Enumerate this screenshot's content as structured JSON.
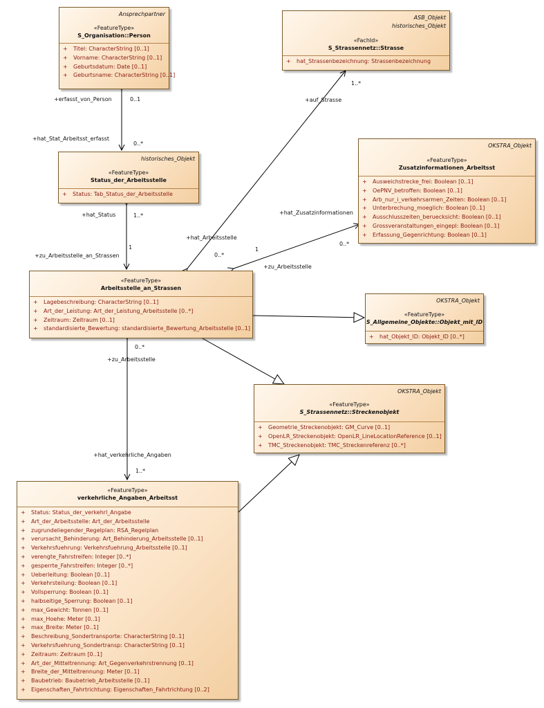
{
  "classes": {
    "person": {
      "tags": [
        "Ansprechpartner"
      ],
      "stereotype": "«FeatureType»",
      "name": "S_Organisation::Person",
      "attributes": [
        "Titel: CharacterString [0..1]",
        "Vorname: CharacterString [0..1]",
        "Geburtsdatum: Date [0..1]",
        "Geburtsname: CharacterString [0..1]"
      ]
    },
    "strasse": {
      "tags": [
        "ASB_Objekt",
        "historisches_Objekt"
      ],
      "stereotype": "«FachId»",
      "name": "S_Strassennetz::Strasse",
      "attributes": [
        "hat_Strassenbezeichnung: Strassenbezeichnung"
      ]
    },
    "zusatz": {
      "tags": [
        "OKSTRA_Objekt"
      ],
      "stereotype": "«FeatureType»",
      "name": "Zusatzinformationen_Arbeitsst",
      "attributes": [
        "Ausweichstrecke_frei: Boolean [0..1]",
        "OePNV_betroffen: Boolean [0..1]",
        "Arb_nur_i_verkehrsarmen_Zeiten: Boolean [0..1]",
        "Unterbrechung_moeglich: Boolean [0..1]",
        "Ausschlusszeiten_beruecksicht: Boolean [0..1]",
        "Grossveranstaltungen_eingepl: Boolean [0..1]",
        "Erfassung_Gegenrichtung: Boolean [0..1]"
      ]
    },
    "status": {
      "tags": [
        "historisches_Objekt"
      ],
      "stereotype": "«FeatureType»",
      "name": "Status_der_Arbeitsstelle",
      "attributes": [
        "Status: Tab_Status_der_Arbeitsstelle"
      ]
    },
    "arbeitsstelle": {
      "tags": [],
      "stereotype": "«FeatureType»",
      "name": "Arbeitsstelle_an_Strassen",
      "attributes": [
        "Lagebeschreibung: CharacterString [0..1]",
        "Art_der_Leistung: Art_der_Leistung_Arbeitsstelle [0..*]",
        "Zeitraum: Zeitraum [0..1]",
        "standardisierte_Bewertung: standardisierte_Bewertung_Arbeitsstelle [0..1]"
      ]
    },
    "objekt_mit_id": {
      "tags": [
        "OKSTRA_Objekt"
      ],
      "stereotype": "«FeatureType»",
      "name": "S_Allgemeine_Objekte::Objekt_mit_ID",
      "attributes": [
        "hat_Objekt_ID: Objekt_ID [0..*]"
      ]
    },
    "streckenobjekt": {
      "tags": [
        "OKSTRA_Objekt"
      ],
      "stereotype": "«FeatureType»",
      "name": "S_Strassennetz::Streckenobjekt",
      "attributes": [
        "Geometrie_Streckenobjekt: GM_Curve [0..1]",
        "OpenLR_Streckenobjekt: OpenLR_LineLocationReference [0..1]",
        "TMC_Streckenobjekt: TMC_Streckenreferenz [0..*]"
      ]
    },
    "verkehrlich": {
      "tags": [],
      "stereotype": "«FeatureType»",
      "name": "verkehrliche_Angaben_Arbeitsst",
      "attributes": [
        "Status: Status_der_verkehrl_Angabe",
        "Art_der_Arbeitsstelle: Art_der_Arbeitsstelle",
        "zugrundeliegender_Regelplan: RSA_Regelplan",
        "verursacht_Behinderung: Art_Behinderung_Arbeitsstelle [0..1]",
        "Verkehrsfuehrung: Verkehrsfuehrung_Arbeitsstelle [0..1]",
        "verengte_Fahrstreifen: Integer [0..*]",
        "gesperrte_Fahrstreifen: Integer [0..*]",
        "Ueberleitung: Boolean [0..1]",
        "Verkehrsteilung: Boolean [0..1]",
        "Vollsperrung: Boolean [0..1]",
        "halbseitige_Sperrung: Boolean [0..1]",
        "max_Gewicht: Tonnen [0..1]",
        "max_Hoehe: Meter [0..1]",
        "max_Breite: Meter [0..1]",
        "Beschreibung_Sondertransporte: CharacterString [0..1]",
        "Verkehrsfuehrung_Sondertransp: CharacterString [0..1]",
        "Zeitraum: Zeitraum [0..1]",
        "Art_der_Mitteltrennung: Art_Gegenverkehrstrennung [0..1]",
        "Breite_der_Mitteltrennung: Meter [0..1]",
        "Baubetrieb: Baubetrieb_Arbeitsstelle [0..1]",
        "Eigenschaften_Fahrtrichtung: Eigenschaften_Fahrtrichtung [0..2]"
      ]
    }
  },
  "labels": {
    "erfasst_von_person": "+erfasst_von_Person",
    "person_mult": "0..1",
    "hat_stat_arbeitsst_erfasst": "+hat_Stat_Arbeitsst_erfasst",
    "status_mult_top": "0..*",
    "hat_status": "+hat_Status",
    "status_mult_bottom": "1..*",
    "zu_arbeitsstelle_an_strassen": "+zu_Arbeitsstelle_an_Strassen",
    "arbeitsstelle_mult_status": "1",
    "auf_strasse": "+auf_Strasse",
    "strasse_mult": "1..*",
    "hat_arbeitsstelle": "+hat_Arbeitsstelle",
    "arbeitsstelle_mult_strasse": "0..*",
    "hat_zusatzinformationen": "+hat_Zusatzinformationen",
    "zusatz_mult_one": "1",
    "zusatz_mult": "0..*",
    "zu_arbeitsstelle_zusatz": "+zu_Arbeitsstelle",
    "arbeitsstelle_mult_verkehrl": "0..*",
    "zu_arbeitsstelle_verkehrl": "+zu_Arbeitsstelle",
    "hat_verkehrliche_angaben": "+hat_verkehrliche_Angaben",
    "verkehrl_mult": "1..*"
  }
}
